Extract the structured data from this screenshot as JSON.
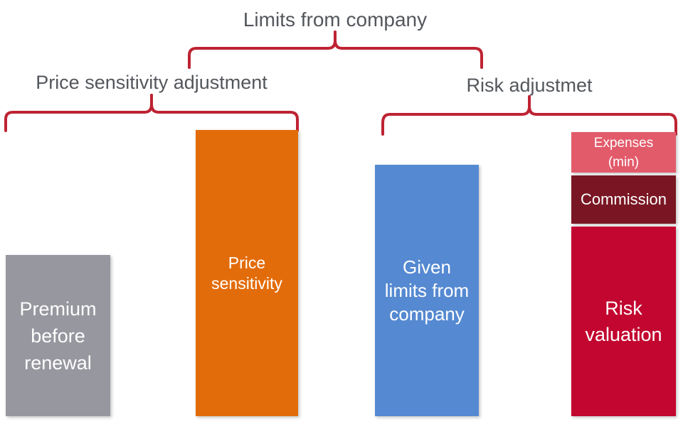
{
  "title": "Limits from company",
  "headings": {
    "left": "Price sensitivity adjustment",
    "right": "Risk adjustmet"
  },
  "bars": {
    "premium": {
      "label": "Premium\nbefore\nrenewal",
      "color": "#97979F"
    },
    "price_sensitivity": {
      "label": "Price\nsensitivity",
      "color": "#E36C0A"
    },
    "given_limits": {
      "label": "Given\nlimits from\ncompany",
      "color": "#5589D1"
    },
    "stack": {
      "expenses": {
        "label": "Expenses\n(min)",
        "color": "#E25B6B"
      },
      "commission": {
        "label": "Commission",
        "color": "#7A1623"
      },
      "risk_valuation": {
        "label": "Risk\nvaluation",
        "color": "#C2062F"
      }
    }
  },
  "colors": {
    "brace": "#BE2333",
    "heading_text": "#53575C",
    "bar_text": "#FFFFFF"
  }
}
